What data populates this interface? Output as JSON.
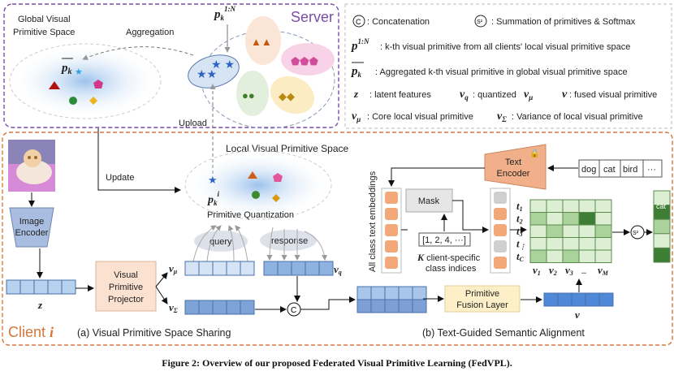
{
  "server": {
    "label": "Server",
    "global_space": [
      "Global Visual",
      "Primitive Space"
    ],
    "aggregation": "Aggregation",
    "upload": "Upload",
    "p_all": {
      "base": "p",
      "sub": "k",
      "sup": "1:N"
    },
    "p_bar": {
      "base": "p",
      "sub": "k"
    }
  },
  "legend": {
    "concat_symbol": "C",
    "concat": ": Concatenation",
    "softmax_symbol": "S²",
    "softmax": ": Summation of primitives & Softmax",
    "p_all": ": k-th visual primitive from all clients' local visual primitive space",
    "p_bar": ": Aggregated k-th visual primitive in global visual primitive space",
    "z": "z",
    "z_desc": ": latent features",
    "vq": ": quantized",
    "vmu_word": "v",
    "v_desc": ": fused visual primitive",
    "vmu_desc": ": Core local visual primitive",
    "vsigma_desc": ": Variance of local visual primitive"
  },
  "client": {
    "label": "Client",
    "label_i": "i",
    "update": "Update",
    "local_space": "Local Visual Primitive Space",
    "pki": {
      "base": "p",
      "sub": "k",
      "sup": "i"
    },
    "quantization": "Primitive Quantization",
    "query": "query",
    "response": "response",
    "image_encoder": [
      "Image",
      "Encoder"
    ],
    "projector": [
      "Visual",
      "Primitive",
      "Projector"
    ],
    "z": "z",
    "v_mu": "μ",
    "v_q": "q",
    "v_sigma": "Σ",
    "concat": "C",
    "part_a": "(a) Visual Primitive Space Sharing",
    "part_b": "(b) Text-Guided Semantic Alignment",
    "text_encoder": [
      "Text",
      "Encoder"
    ],
    "classes": [
      "dog",
      "cat",
      "bird",
      "···"
    ],
    "embeddings": "All class text embeddings",
    "mask": "Mask",
    "indices": "[1, 2, 4, ···]",
    "indices_label": [
      "client-specific",
      "class indices"
    ],
    "K": "K",
    "fusion": [
      "Primitive",
      "Fusion Layer"
    ],
    "v": "v",
    "softmax": "S²",
    "t_rows": [
      "1",
      "2",
      "3",
      "⋮",
      "C"
    ],
    "v_cols": [
      "1",
      "2",
      "3",
      "···",
      "M"
    ],
    "output_label": "cat"
  },
  "colors": {
    "server": "#7a4da6",
    "client": "#d6773a",
    "blue": "#8fb3e0",
    "orange": "#f2a878",
    "green_dark": "#3e7d34"
  },
  "caption": "Figure 2: Overview of our proposed Federated Visual Primitive Learning (FedVPL)."
}
